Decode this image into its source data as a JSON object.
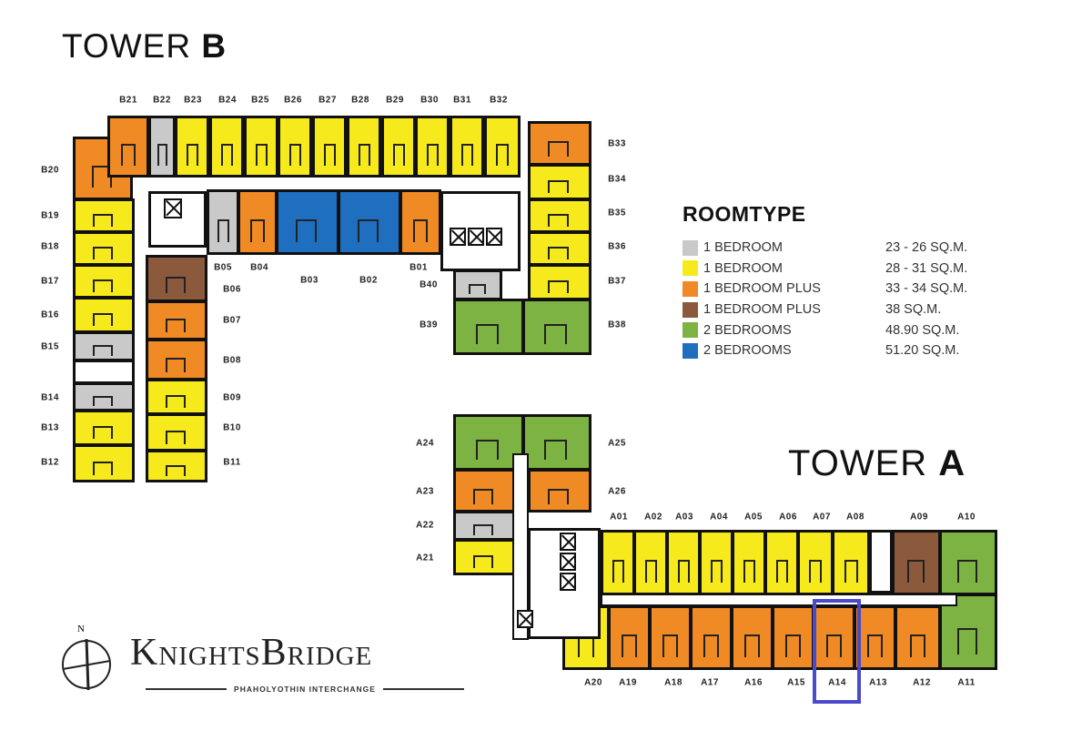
{
  "titles": {
    "tower_b": "TOWER ",
    "tower_b_letter": "B",
    "tower_a": "TOWER ",
    "tower_a_letter": "A"
  },
  "legend": {
    "title": "ROOMTYPE",
    "types": [
      {
        "id": "1br-s",
        "name": "1 BEDROOM",
        "area": "23 - 26 SQ.M.",
        "color": "#c9c9c9"
      },
      {
        "id": "1br",
        "name": "1 BEDROOM",
        "area": "28 - 31 SQ.M.",
        "color": "#f6ea1c"
      },
      {
        "id": "1brp",
        "name": "1 BEDROOM PLUS",
        "area": "33 - 34 SQ.M.",
        "color": "#f08a24"
      },
      {
        "id": "1brp-l",
        "name": "1 BEDROOM PLUS",
        "area": "38 SQ.M.",
        "color": "#8b5a3c"
      },
      {
        "id": "2br-s",
        "name": "2 BEDROOMS",
        "area": "48.90 SQ.M.",
        "color": "#7cb342"
      },
      {
        "id": "2br",
        "name": "2 BEDROOMS",
        "area": "51.20 SQ.M.",
        "color": "#1f6fc1"
      }
    ]
  },
  "tower_b_units": [
    {
      "label": "B01",
      "type": "1brp"
    },
    {
      "label": "B02",
      "type": "2br"
    },
    {
      "label": "B03",
      "type": "2br"
    },
    {
      "label": "B04",
      "type": "1brp"
    },
    {
      "label": "B05",
      "type": "1br-s"
    },
    {
      "label": "B06",
      "type": "1brp-l"
    },
    {
      "label": "B07",
      "type": "1brp"
    },
    {
      "label": "B08",
      "type": "1brp"
    },
    {
      "label": "B09",
      "type": "1br"
    },
    {
      "label": "B10",
      "type": "1br"
    },
    {
      "label": "B11",
      "type": "1br"
    },
    {
      "label": "B12",
      "type": "1br"
    },
    {
      "label": "B13",
      "type": "1br"
    },
    {
      "label": "B14",
      "type": "1br-s"
    },
    {
      "label": "B15",
      "type": "1br-s"
    },
    {
      "label": "B16",
      "type": "1br"
    },
    {
      "label": "B17",
      "type": "1br"
    },
    {
      "label": "B18",
      "type": "1br"
    },
    {
      "label": "B19",
      "type": "1br"
    },
    {
      "label": "B20",
      "type": "1brp"
    },
    {
      "label": "B21",
      "type": "1brp"
    },
    {
      "label": "B22",
      "type": "1br-s"
    },
    {
      "label": "B23",
      "type": "1br"
    },
    {
      "label": "B24",
      "type": "1br"
    },
    {
      "label": "B25",
      "type": "1br"
    },
    {
      "label": "B26",
      "type": "1br"
    },
    {
      "label": "B27",
      "type": "1br"
    },
    {
      "label": "B28",
      "type": "1br"
    },
    {
      "label": "B29",
      "type": "1br"
    },
    {
      "label": "B30",
      "type": "1br"
    },
    {
      "label": "B31",
      "type": "1br"
    },
    {
      "label": "B32",
      "type": "1br"
    },
    {
      "label": "B33",
      "type": "1brp"
    },
    {
      "label": "B34",
      "type": "1br"
    },
    {
      "label": "B35",
      "type": "1br"
    },
    {
      "label": "B36",
      "type": "1br"
    },
    {
      "label": "B37",
      "type": "1br"
    },
    {
      "label": "B38",
      "type": "2br-s"
    },
    {
      "label": "B39",
      "type": "2br-s"
    },
    {
      "label": "B40",
      "type": "1br-s"
    }
  ],
  "tower_a_units": [
    {
      "label": "A01",
      "type": "1br"
    },
    {
      "label": "A02",
      "type": "1br"
    },
    {
      "label": "A03",
      "type": "1br"
    },
    {
      "label": "A04",
      "type": "1br"
    },
    {
      "label": "A05",
      "type": "1br"
    },
    {
      "label": "A06",
      "type": "1br"
    },
    {
      "label": "A07",
      "type": "1br"
    },
    {
      "label": "A08",
      "type": "1br"
    },
    {
      "label": "A09",
      "type": "1brp-l"
    },
    {
      "label": "A10",
      "type": "2br-s"
    },
    {
      "label": "A11",
      "type": "2br-s"
    },
    {
      "label": "A12",
      "type": "1brp"
    },
    {
      "label": "A13",
      "type": "1brp"
    },
    {
      "label": "A14",
      "type": "1brp"
    },
    {
      "label": "A15",
      "type": "1brp"
    },
    {
      "label": "A16",
      "type": "1brp"
    },
    {
      "label": "A17",
      "type": "1brp"
    },
    {
      "label": "A18",
      "type": "1brp"
    },
    {
      "label": "A19",
      "type": "1brp"
    },
    {
      "label": "A20",
      "type": "1br"
    },
    {
      "label": "A21",
      "type": "1br"
    },
    {
      "label": "A22",
      "type": "1br-s"
    },
    {
      "label": "A23",
      "type": "1brp"
    },
    {
      "label": "A24",
      "type": "2br-s"
    },
    {
      "label": "A25",
      "type": "2br-s"
    },
    {
      "label": "A26",
      "type": "1brp"
    }
  ],
  "highlighted_unit": "A14",
  "logo": {
    "compass_letter": "N",
    "brand": "KnightsBridge",
    "tagline": "PHAHOLYOTHIN INTERCHANGE"
  }
}
